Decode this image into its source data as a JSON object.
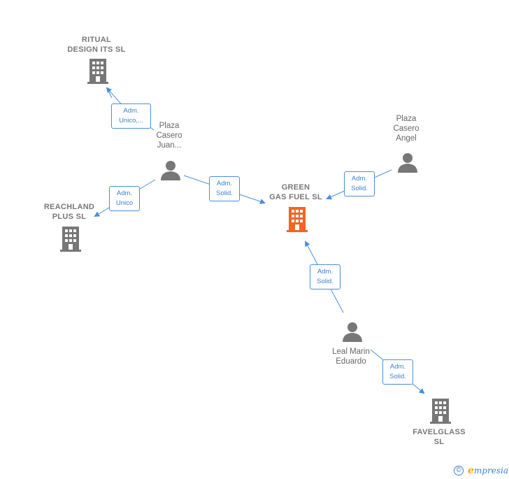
{
  "nodes": {
    "ritual": {
      "label_lines": [
        "RITUAL",
        "DESIGN ITS  SL"
      ],
      "kind": "company"
    },
    "plaza_juan": {
      "label_lines": [
        "Plaza",
        "Casero",
        "Juan..."
      ],
      "kind": "person"
    },
    "reachland": {
      "label_lines": [
        "REACHLAND",
        "PLUS SL"
      ],
      "kind": "company"
    },
    "green_gas": {
      "label_lines": [
        "GREEN",
        "GAS FUEL  SL"
      ],
      "kind": "company-focus"
    },
    "plaza_angel": {
      "label_lines": [
        "Plaza",
        "Casero",
        "Angel"
      ],
      "kind": "person"
    },
    "leal_marin": {
      "label_lines": [
        "Leal Marin",
        "Eduardo"
      ],
      "kind": "person"
    },
    "favelglass": {
      "label_lines": [
        "FAVELGLASS",
        "SL"
      ],
      "kind": "company"
    }
  },
  "edges": {
    "e1": {
      "label_lines": [
        "Adm.",
        "Unico,..."
      ]
    },
    "e2": {
      "label_lines": [
        "Adm.",
        "Unico"
      ]
    },
    "e3": {
      "label_lines": [
        "Adm.",
        "Solid."
      ]
    },
    "e4": {
      "label_lines": [
        "Adm.",
        "Solid."
      ]
    },
    "e5": {
      "label_lines": [
        "Adm.",
        "Solid."
      ]
    },
    "e6": {
      "label_lines": [
        "Adm.",
        "Solid."
      ]
    }
  },
  "icons": {
    "company": "building-icon",
    "person": "person-icon"
  },
  "colors": {
    "company": "#777777",
    "focus": "#f26522",
    "person": "#777777",
    "edge": "#4a8fd8"
  },
  "credit": {
    "symbol": "©",
    "brand_initial": "e",
    "brand_rest": "mpresia"
  }
}
